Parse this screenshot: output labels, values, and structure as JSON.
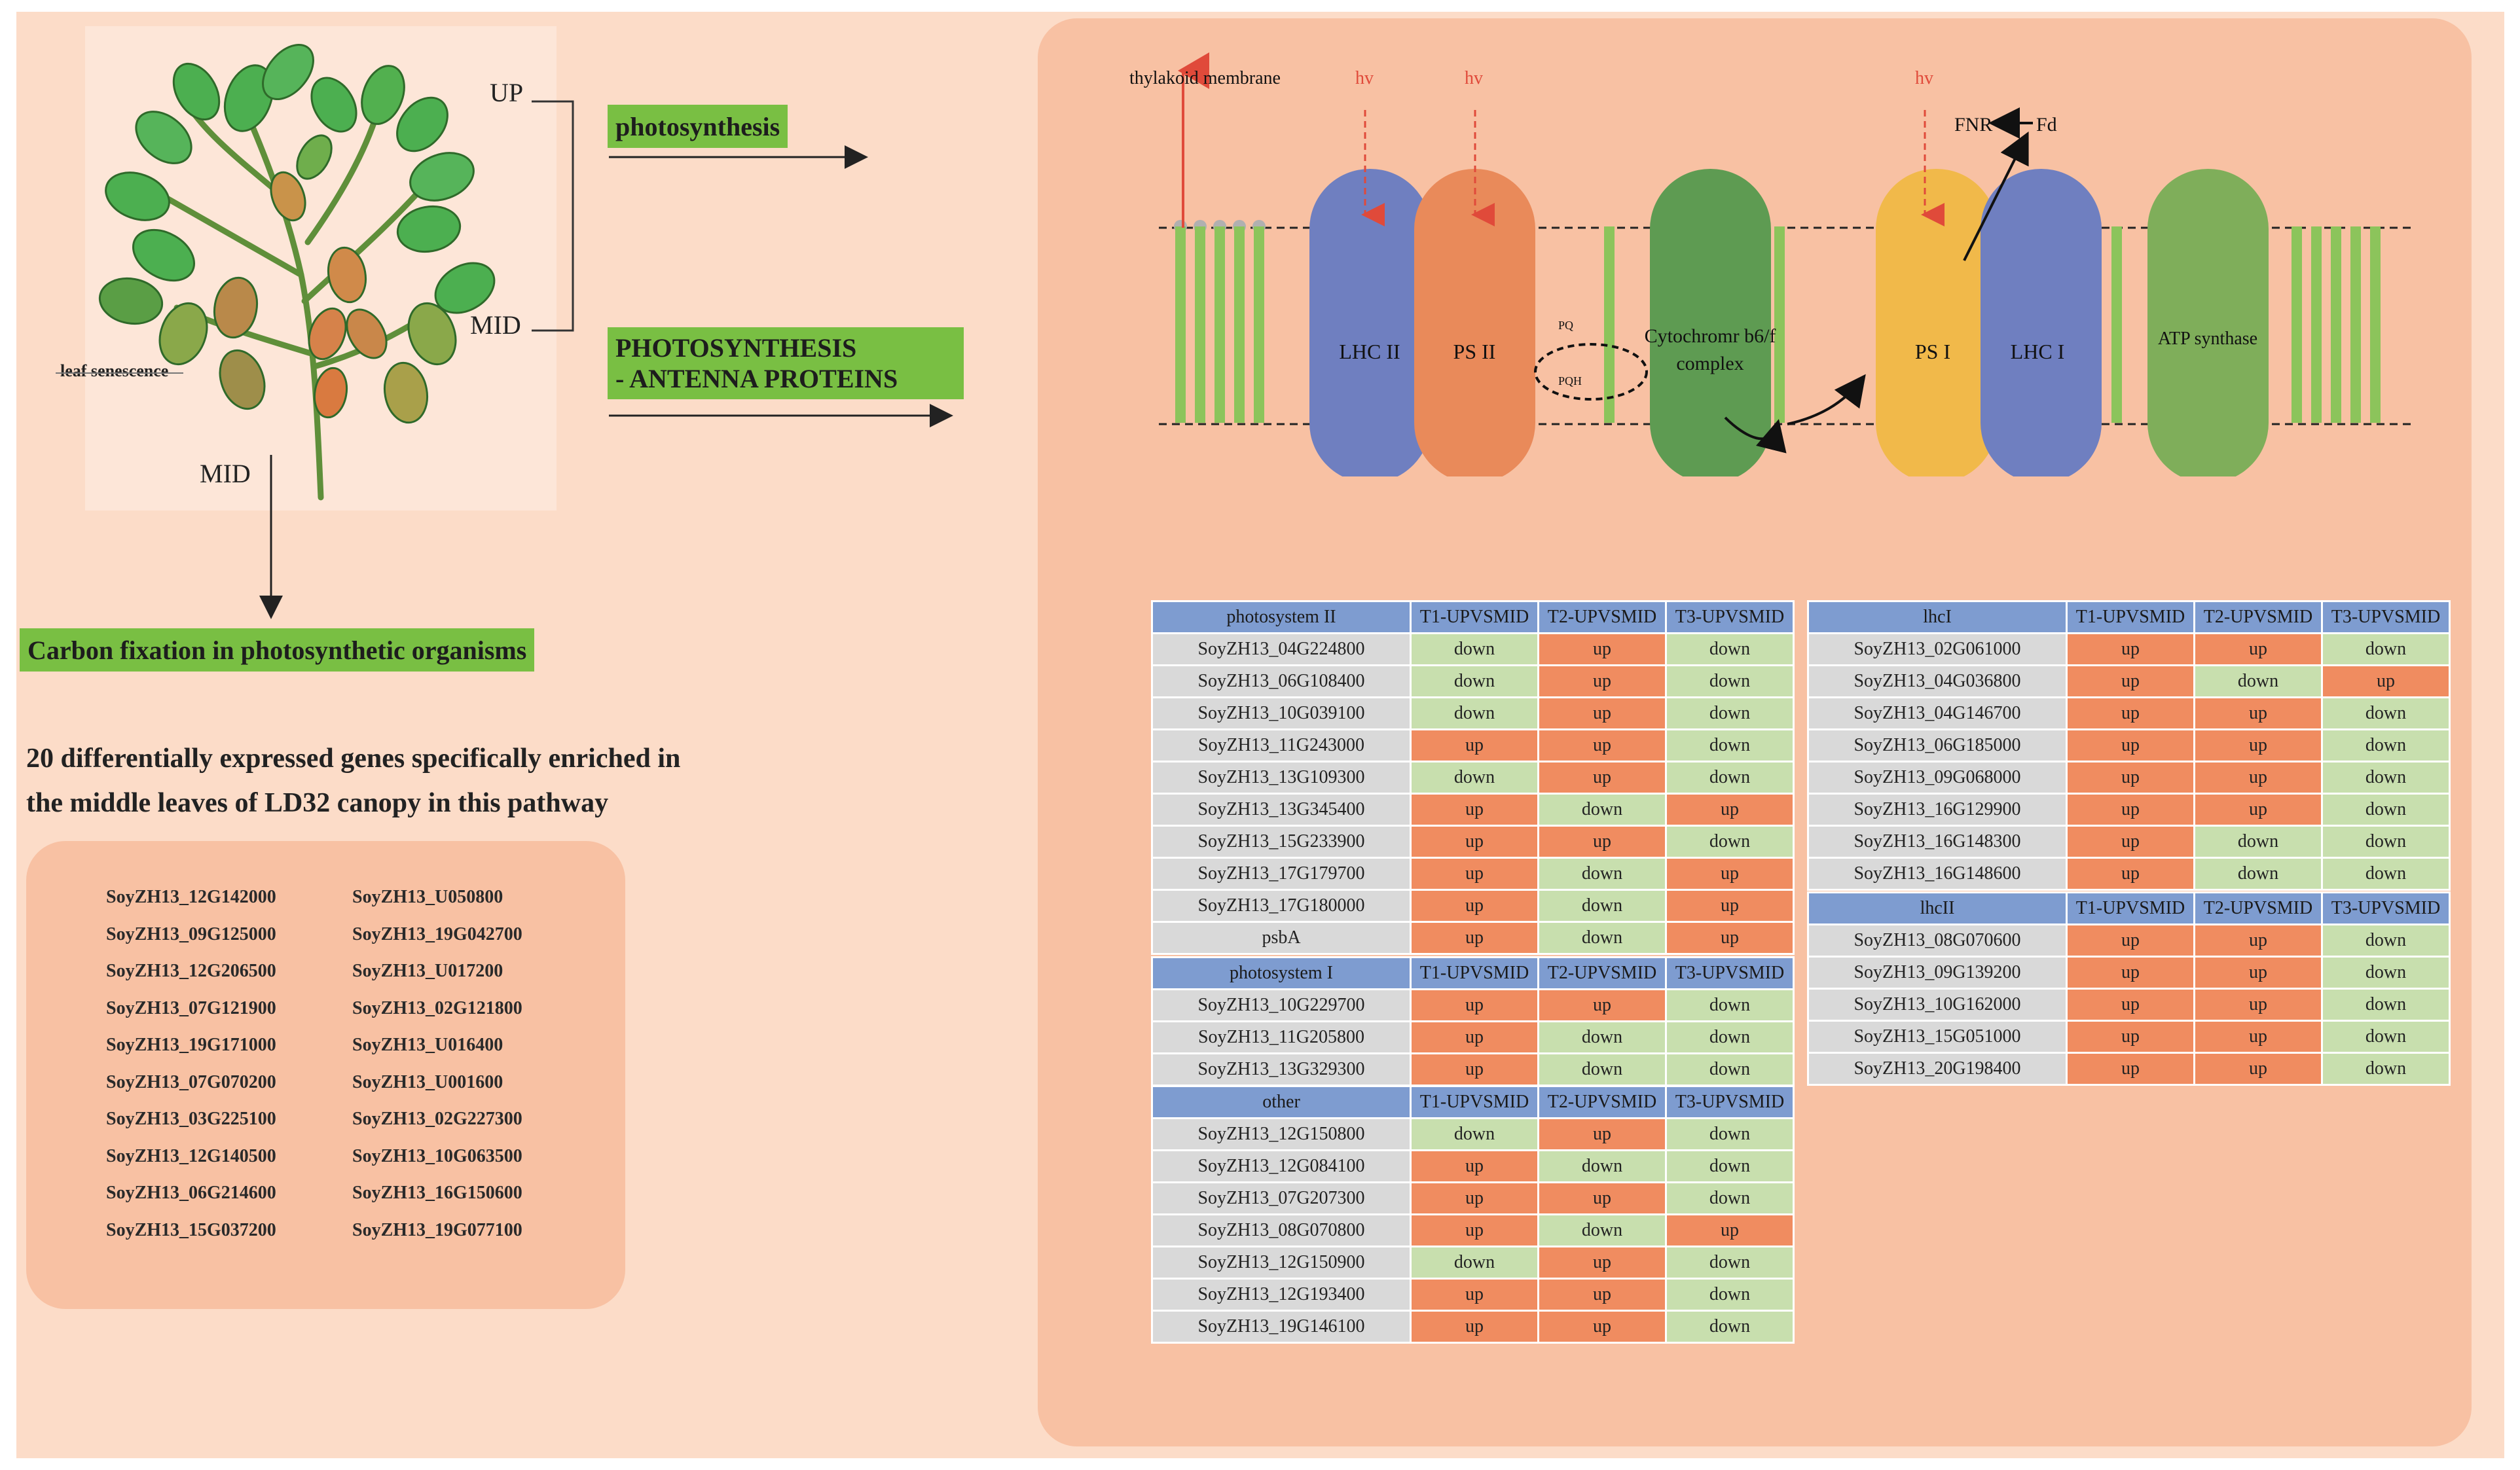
{
  "plant": {
    "up_label": "UP",
    "mid_label_right": "MID",
    "mid_label_bottom": "MID",
    "senescence_label": "leaf senescence"
  },
  "pathways": {
    "photosynthesis": "photosynthesis",
    "antenna_line1": "PHOTOSYNTHESIS",
    "antenna_line2": "- ANTENNA PROTEINS",
    "carbon": "Carbon fixation in photosynthetic organisms"
  },
  "summary": {
    "line1": "20 differentially expressed genes specifically enriched in",
    "line2": "the middle leaves of LD32 canopy in this pathway"
  },
  "gene_list": {
    "col1": [
      "SoyZH13_12G142000",
      "SoyZH13_09G125000",
      "SoyZH13_12G206500",
      "SoyZH13_07G121900",
      "SoyZH13_19G171000",
      "SoyZH13_07G070200",
      "SoyZH13_03G225100",
      "SoyZH13_12G140500",
      "SoyZH13_06G214600",
      "SoyZH13_15G037200"
    ],
    "col2": [
      "SoyZH13_U050800",
      "SoyZH13_19G042700",
      "SoyZH13_U017200",
      "SoyZH13_02G121800",
      "SoyZH13_U016400",
      "SoyZH13_U001600",
      "SoyZH13_02G227300",
      "SoyZH13_10G063500",
      "SoyZH13_16G150600",
      "SoyZH13_19G077100"
    ]
  },
  "membrane": {
    "thylakoid": "thylakoid membrane",
    "hv": "hv",
    "lhc2": "LHC II",
    "ps2": "PS II",
    "pq": "PQ",
    "pqh": "PQH",
    "cyt_line1": "Cytochromr b6/f",
    "cyt_line2": "complex",
    "ps1": "PS I",
    "lhc1": "LHC I",
    "atp": "ATP synthase",
    "fnr": "FNR",
    "fd": "Fd"
  },
  "colors": {
    "up": "#f08c60",
    "down": "#c8dfae",
    "header": "#7e9cd0",
    "gene": "#d9d9d9",
    "pathway_label": "#79bf43"
  },
  "tables": {
    "photosystem2": {
      "header": [
        "photosystem II",
        "T1-UPVSMID",
        "T2-UPVSMID",
        "T3-UPVSMID"
      ],
      "rows": [
        [
          "SoyZH13_04G224800",
          "down",
          "up",
          "down"
        ],
        [
          "SoyZH13_06G108400",
          "down",
          "up",
          "down"
        ],
        [
          "SoyZH13_10G039100",
          "down",
          "up",
          "down"
        ],
        [
          "SoyZH13_11G243000",
          "up",
          "up",
          "down"
        ],
        [
          "SoyZH13_13G109300",
          "down",
          "up",
          "down"
        ],
        [
          "SoyZH13_13G345400",
          "up",
          "down",
          "up"
        ],
        [
          "SoyZH13_15G233900",
          "up",
          "up",
          "down"
        ],
        [
          "SoyZH13_17G179700",
          "up",
          "down",
          "up"
        ],
        [
          "SoyZH13_17G180000",
          "up",
          "down",
          "up"
        ],
        [
          "psbA",
          "up",
          "down",
          "up"
        ]
      ]
    },
    "photosystem1": {
      "header": [
        "photosystem I",
        "T1-UPVSMID",
        "T2-UPVSMID",
        "T3-UPVSMID"
      ],
      "rows": [
        [
          "SoyZH13_10G229700",
          "up",
          "up",
          "down"
        ],
        [
          "SoyZH13_11G205800",
          "up",
          "down",
          "down"
        ],
        [
          "SoyZH13_13G329300",
          "up",
          "down",
          "down"
        ]
      ]
    },
    "other": {
      "header": [
        "other",
        "T1-UPVSMID",
        "T2-UPVSMID",
        "T3-UPVSMID"
      ],
      "rows": [
        [
          "SoyZH13_12G150800",
          "down",
          "up",
          "down"
        ],
        [
          "SoyZH13_12G084100",
          "up",
          "down",
          "down"
        ],
        [
          "SoyZH13_07G207300",
          "up",
          "up",
          "down"
        ],
        [
          "SoyZH13_08G070800",
          "up",
          "down",
          "up"
        ],
        [
          "SoyZH13_12G150900",
          "down",
          "up",
          "down"
        ],
        [
          "SoyZH13_12G193400",
          "up",
          "up",
          "down"
        ],
        [
          "SoyZH13_19G146100",
          "up",
          "up",
          "down"
        ]
      ]
    },
    "lhc1": {
      "header": [
        "lhcI",
        "T1-UPVSMID",
        "T2-UPVSMID",
        "T3-UPVSMID"
      ],
      "rows": [
        [
          "SoyZH13_02G061000",
          "up",
          "up",
          "down"
        ],
        [
          "SoyZH13_04G036800",
          "up",
          "down",
          "up"
        ],
        [
          "SoyZH13_04G146700",
          "up",
          "up",
          "down"
        ],
        [
          "SoyZH13_06G185000",
          "up",
          "up",
          "down"
        ],
        [
          "SoyZH13_09G068000",
          "up",
          "up",
          "down"
        ],
        [
          "SoyZH13_16G129900",
          "up",
          "up",
          "down"
        ],
        [
          "SoyZH13_16G148300",
          "up",
          "down",
          "down"
        ],
        [
          "SoyZH13_16G148600",
          "up",
          "down",
          "down"
        ]
      ]
    },
    "lhc2": {
      "header": [
        "lhcII",
        "T1-UPVSMID",
        "T2-UPVSMID",
        "T3-UPVSMID"
      ],
      "rows": [
        [
          "SoyZH13_08G070600",
          "up",
          "up",
          "down"
        ],
        [
          "SoyZH13_09G139200",
          "up",
          "up",
          "down"
        ],
        [
          "SoyZH13_10G162000",
          "up",
          "up",
          "down"
        ],
        [
          "SoyZH13_15G051000",
          "up",
          "up",
          "down"
        ],
        [
          "SoyZH13_20G198400",
          "up",
          "up",
          "down"
        ]
      ]
    }
  }
}
